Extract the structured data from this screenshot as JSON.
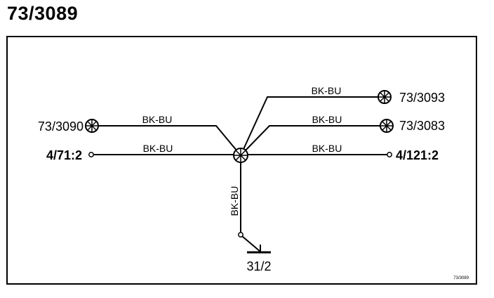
{
  "title": "73/3089",
  "footer_ref": "73/3089",
  "wire_color": "BK-BU",
  "connectors": {
    "left_top": "73/3090",
    "left_bottom": "4/71:2",
    "right_top": "73/3093",
    "right_middle": "73/3083",
    "right_bottom": "4/121:2",
    "ground": "31/2"
  },
  "wires": [
    {
      "id": "w-3090",
      "label": "BK-BU"
    },
    {
      "id": "w-4-71",
      "label": "BK-BU"
    },
    {
      "id": "w-3093",
      "label": "BK-BU"
    },
    {
      "id": "w-3083",
      "label": "BK-BU"
    },
    {
      "id": "w-4-121",
      "label": "BK-BU"
    },
    {
      "id": "w-ground",
      "label": "BK-BU"
    }
  ]
}
